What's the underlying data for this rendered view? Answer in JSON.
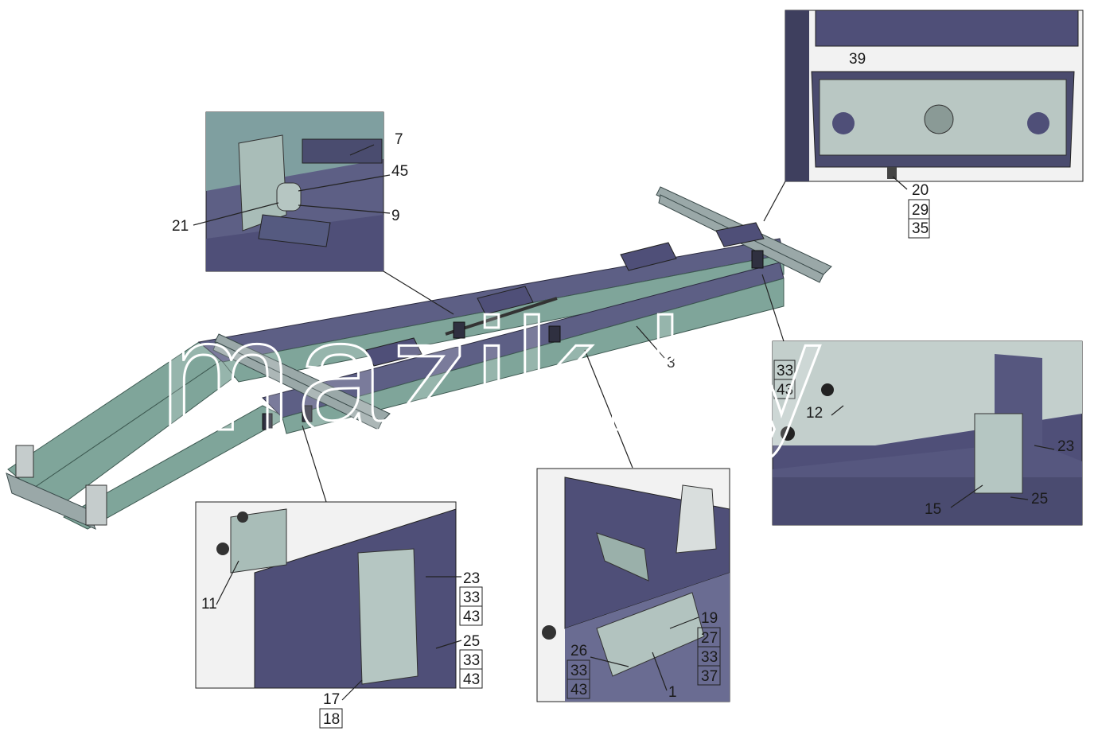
{
  "watermark": "mazik.by",
  "callouts": {
    "c7": "7",
    "c45": "45",
    "c9": "9",
    "c21": "21",
    "c3": "3",
    "c39": "39",
    "c20": "20",
    "c29": "29",
    "c35": "35",
    "c33a": "33",
    "c43a": "43",
    "c12": "12",
    "c23a": "23",
    "c15": "15",
    "c25a": "25",
    "c11": "11",
    "c23b": "23",
    "c33b": "33",
    "c43b": "43",
    "c25b": "25",
    "c33c": "33",
    "c43c": "43",
    "c17": "17",
    "c18": "18",
    "c19": "19",
    "c27": "27",
    "c33d": "33",
    "c37": "37",
    "c26": "26",
    "c33e": "33",
    "c43d": "43",
    "c1": "1"
  },
  "colors": {
    "frame_top": "#5d5f85",
    "frame_side": "#7fa59a",
    "crossbeam": "#9aa8a8",
    "detail_dark": "#4f4f78",
    "detail_light": "#b9c7c3"
  }
}
